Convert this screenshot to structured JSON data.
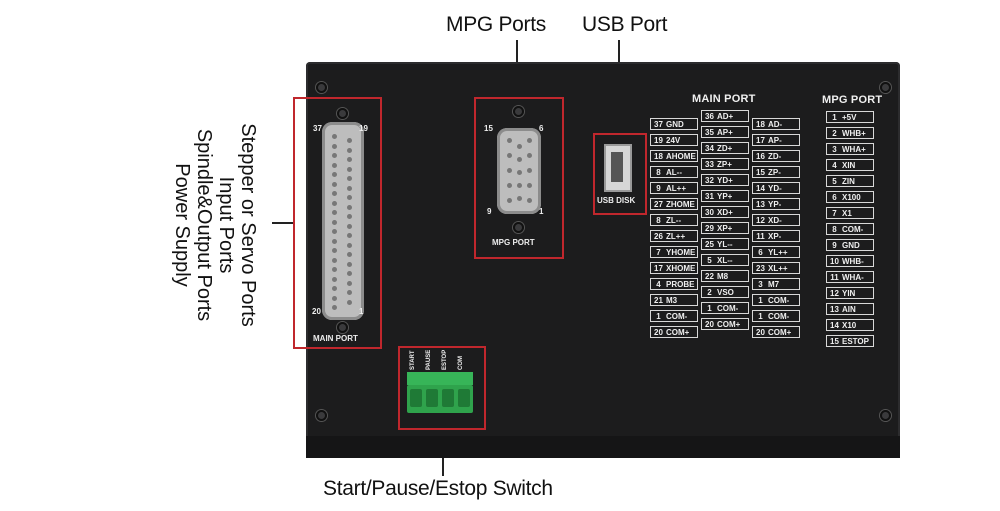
{
  "callouts": {
    "mpg_ports": "MPG Ports",
    "usb_port": "USB Port",
    "start_pause": "Start/Pause/Estop Switch",
    "main_lines": [
      "Stepper or Servo Ports",
      "Input Ports",
      "Spindle&Output Ports",
      "Power Supply"
    ]
  },
  "main_port": {
    "label": "MAIN PORT",
    "pin_37": "37",
    "pin_19": "19",
    "pin_20": "20",
    "pin_1": "1"
  },
  "mpg_port": {
    "label": "MPG PORT",
    "pin_15": "15",
    "pin_6": "6",
    "pin_9": "9",
    "pin_1": "1"
  },
  "usb": {
    "label": "USB DISK"
  },
  "terminal": {
    "labels": [
      "START",
      "PAUSE",
      "ESTOP",
      "COM"
    ]
  },
  "main_table": {
    "title": "MAIN PORT",
    "col1": [
      {
        "n": "37",
        "s": "GND"
      },
      {
        "n": "19",
        "s": "24V"
      },
      {
        "n": "18",
        "s": "AHOME"
      },
      {
        "n": "8",
        "s": "AL--"
      },
      {
        "n": "9",
        "s": "AL++"
      },
      {
        "n": "27",
        "s": "ZHOME"
      },
      {
        "n": "8",
        "s": "ZL--"
      },
      {
        "n": "26",
        "s": "ZL++"
      },
      {
        "n": "7",
        "s": "YHOME"
      },
      {
        "n": "17",
        "s": "XHOME"
      },
      {
        "n": "4",
        "s": "PROBE"
      },
      {
        "n": "21",
        "s": "M3"
      },
      {
        "n": "1",
        "s": "COM-"
      },
      {
        "n": "20",
        "s": "COM+"
      }
    ],
    "col2": [
      {
        "n": "36",
        "s": "AD+"
      },
      {
        "n": "35",
        "s": "AP+"
      },
      {
        "n": "34",
        "s": "ZD+"
      },
      {
        "n": "33",
        "s": "ZP+"
      },
      {
        "n": "32",
        "s": "YD+"
      },
      {
        "n": "31",
        "s": "YP+"
      },
      {
        "n": "30",
        "s": "XD+"
      },
      {
        "n": "29",
        "s": "XP+"
      },
      {
        "n": "25",
        "s": "YL--"
      },
      {
        "n": "5",
        "s": "XL--"
      },
      {
        "n": "22",
        "s": "M8"
      },
      {
        "n": "2",
        "s": "VSO"
      },
      {
        "n": "1",
        "s": "COM-"
      },
      {
        "n": "20",
        "s": "COM+"
      }
    ],
    "col3": [
      {
        "n": "18",
        "s": "AD-"
      },
      {
        "n": "17",
        "s": "AP-"
      },
      {
        "n": "16",
        "s": "ZD-"
      },
      {
        "n": "15",
        "s": "ZP-"
      },
      {
        "n": "14",
        "s": "YD-"
      },
      {
        "n": "13",
        "s": "YP-"
      },
      {
        "n": "12",
        "s": "XD-"
      },
      {
        "n": "11",
        "s": "XP-"
      },
      {
        "n": "6",
        "s": "YL++"
      },
      {
        "n": "23",
        "s": "XL++"
      },
      {
        "n": "3",
        "s": "M7"
      },
      {
        "n": "1",
        "s": "COM-"
      },
      {
        "n": "1",
        "s": "COM-"
      },
      {
        "n": "20",
        "s": "COM+"
      }
    ]
  },
  "mpg_table": {
    "title": "MPG PORT",
    "rows": [
      {
        "n": "1",
        "s": "+5V"
      },
      {
        "n": "2",
        "s": "WHB+"
      },
      {
        "n": "3",
        "s": "WHA+"
      },
      {
        "n": "4",
        "s": "XIN"
      },
      {
        "n": "5",
        "s": "ZIN"
      },
      {
        "n": "6",
        "s": "X100"
      },
      {
        "n": "7",
        "s": "X1"
      },
      {
        "n": "8",
        "s": "COM-"
      },
      {
        "n": "9",
        "s": "GND"
      },
      {
        "n": "10",
        "s": "WHB-"
      },
      {
        "n": "11",
        "s": "WHA-"
      },
      {
        "n": "12",
        "s": "YIN"
      },
      {
        "n": "13",
        "s": "AIN"
      },
      {
        "n": "14",
        "s": "X10"
      },
      {
        "n": "15",
        "s": "ESTOP"
      }
    ]
  },
  "colors": {
    "highlight": "#c0272d",
    "panel": "#1c1c1d",
    "terminal": "#2fa34c"
  }
}
